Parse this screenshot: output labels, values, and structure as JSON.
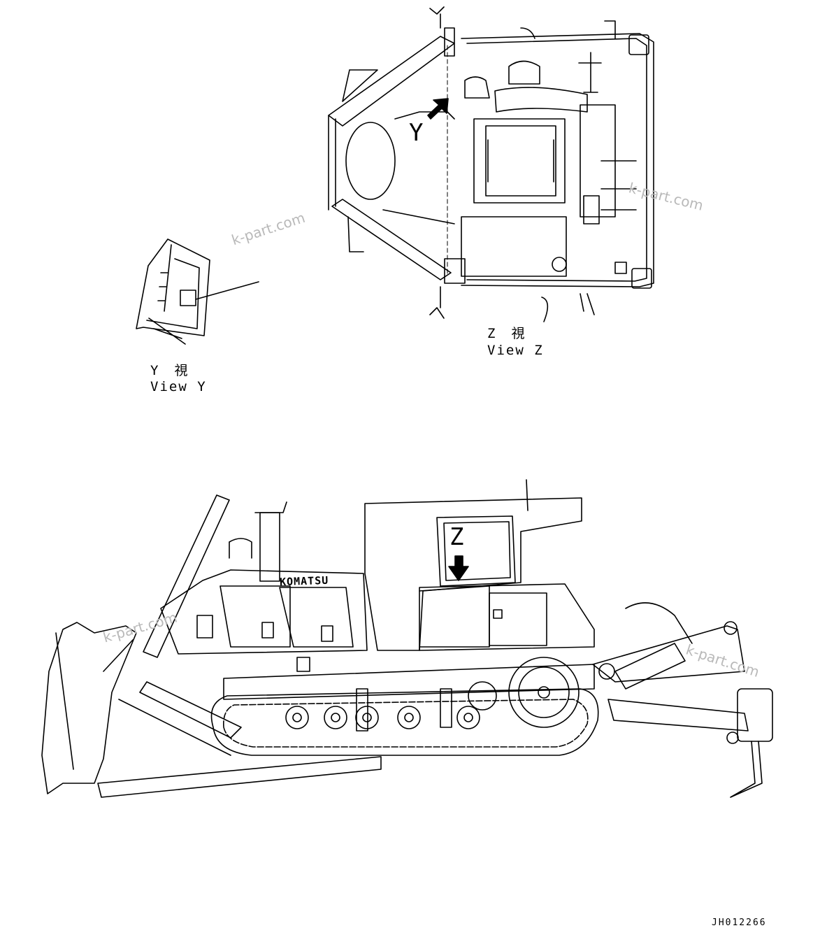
{
  "views": {
    "z": {
      "jp": "Z　視",
      "en": "View Z",
      "callout": "Z",
      "marker": "Y"
    },
    "y": {
      "jp": "Y　視",
      "en": "View Y"
    }
  },
  "machine": {
    "brand": "KOMATSU"
  },
  "watermarks": [
    "k-part.com",
    "k-part.com",
    "k-part.com",
    "k-part.com"
  ],
  "drawing_code": "JH012266"
}
